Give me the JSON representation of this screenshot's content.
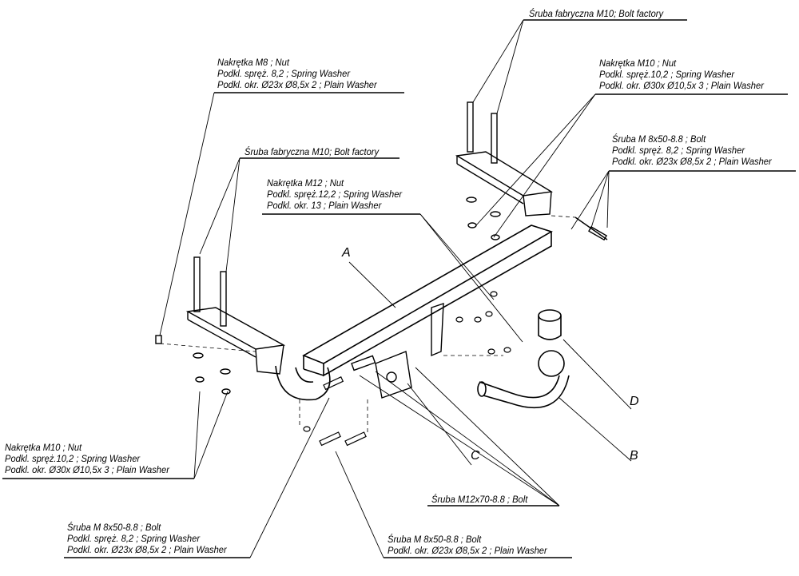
{
  "callouts": {
    "bolt_factory_top": {
      "line1": "Śruba fabryczna M10; Bolt factory"
    },
    "nut_m8": {
      "line1": "Nakrętka  M8 ; Nut",
      "line2": "Podkl. spręż. 8,2 ; Spring Washer",
      "line3": "Podkl. okr.  Ø23x Ø8,5x 2 ; Plain Washer"
    },
    "nut_m10_top": {
      "line1": "Nakrętka  M10 ; Nut",
      "line2": "Podkl. spręż.10,2 ; Spring Washer",
      "line3": "Podkl. okr.  Ø30x Ø10,5x 3 ; Plain Washer"
    },
    "bolt_m8_right": {
      "line1": "Śruba M 8x50-8.8 ;  Bolt",
      "line2": "Podkl. spręż. 8,2 ; Spring Washer",
      "line3": "Podkl. okr.  Ø23x Ø8,5x 2 ; Plain Washer"
    },
    "bolt_factory_left": {
      "line1": "Śruba fabryczna M10; Bolt factory"
    },
    "nut_m12": {
      "line1": "Nakrętka  M12 ; Nut",
      "line2": "Podkl. spręż.12,2 ; Spring Washer",
      "line3": "Podkl. okr. 13 ; Plain Washer"
    },
    "nut_m10_bottom": {
      "line1": "Nakrętka  M10 ; Nut",
      "line2": "Podkl. spręż.10,2 ; Spring Washer",
      "line3": "Podkl. okr.  Ø30x Ø10,5x 3 ; Plain Washer"
    },
    "bolt_m12": {
      "line1": "Śruba M12x70-8.8 ;  Bolt"
    },
    "bolt_m8_bottom_left": {
      "line1": "Śruba M 8x50-8.8 ;  Bolt",
      "line2": "Podkl. spręż. 8,2 ; Spring Washer",
      "line3": "Podkl. okr.  Ø23x Ø8,5x 2 ; Plain Washer"
    },
    "bolt_m8_bottom_right": {
      "line1": "Śruba M 8x50-8.8 ;  Bolt",
      "line2": "Podkl. okr.  Ø23x Ø8,5x 2 ; Plain Washer"
    }
  },
  "part_letters": {
    "a": "A",
    "b": "B",
    "c": "C",
    "d": "D"
  }
}
